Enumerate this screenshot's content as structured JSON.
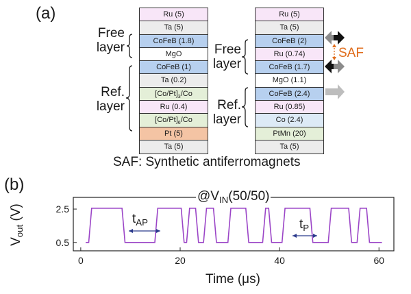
{
  "panel_a": {
    "label": "(a)",
    "left_stack": {
      "layers": [
        {
          "text": "Ru (5)",
          "color": "#f8e6f8"
        },
        {
          "text": "Ta (5)",
          "color": "#ececec"
        },
        {
          "text": "CoFeB (1.8)",
          "color": "#b7d0ef"
        },
        {
          "text": "MgO",
          "color": "#ffffff"
        },
        {
          "text": "CoFeB (1)",
          "color": "#b7d0ef"
        },
        {
          "text": "Ta (0.2)",
          "color": "#ececec"
        },
        {
          "text": "[Co/Pt]",
          "sub": "3",
          "tail": "/Co",
          "color": "#e4efd8"
        },
        {
          "text": "Ru (0.4)",
          "color": "#f8e6f8"
        },
        {
          "text": "[Co/Pt]",
          "sub": "6",
          "tail": "/Co",
          "color": "#e4efd8"
        },
        {
          "text": "Pt (5)",
          "color": "#f4c4a4"
        },
        {
          "text": "Ta (5)",
          "color": "#ececec"
        }
      ],
      "free_label": "Free\nlayer",
      "ref_label": "Ref.\nlayer"
    },
    "right_stack": {
      "layers": [
        {
          "text": "Ru (5)",
          "color": "#f8e6f8"
        },
        {
          "text": "Ta (5)",
          "color": "#ececec"
        },
        {
          "text": "CoFeB (2)",
          "color": "#b7d0ef"
        },
        {
          "text": "Ru (0.74)",
          "color": "#f8e6f8"
        },
        {
          "text": "CoFeB (1.7)",
          "color": "#b7d0ef"
        },
        {
          "text": "MgO (1.1)",
          "color": "#ffffff"
        },
        {
          "text": "CoFeB (2.4)",
          "color": "#b7d0ef"
        },
        {
          "text": "Ru (0.85)",
          "color": "#f8e6f8"
        },
        {
          "text": "Co (2.4)",
          "color": "#ddeaf6"
        },
        {
          "text": "PtMn (20)",
          "color": "#e4efd8"
        },
        {
          "text": "Ta (5)",
          "color": "#ececec"
        }
      ],
      "free_label": "Free\nlayer",
      "ref_label": "Ref.\nlayer"
    },
    "saf_text": "SAF",
    "saf_color": "#e06d1c",
    "caption": "SAF: Synthetic antiferromagnets"
  },
  "panel_b": {
    "label": "(b)",
    "chart_data": {
      "type": "line",
      "annotation_main": "@V",
      "annotation_sub": "IN",
      "annotation_tail": "(50/50)",
      "ylabel_main": "V",
      "ylabel_sub": "out",
      "ylabel_tail": " (V)",
      "xlabel": "Time (μs)",
      "xticks": [
        "0",
        "20",
        "40",
        "60"
      ],
      "yticks": [
        "0.5",
        "2.5"
      ],
      "xlim": [
        -1.5,
        63
      ],
      "ylim": [
        0,
        3.2
      ],
      "t_ap_label": "t",
      "t_ap_sub": "AP",
      "t_p_label": "t",
      "t_p_sub": "P",
      "line_color": "#9b45c7",
      "series": [
        {
          "x": [
            1.6,
            2.2,
            8.3,
            8.9,
            14.9,
            15.5,
            20.2,
            20.8,
            21.3,
            21.9,
            23.1,
            23.7,
            24.7,
            25.3,
            26.7,
            27.3,
            29.6,
            30.2,
            33.2,
            33.8,
            36.6,
            37.2,
            37.8,
            38.4,
            40.5,
            41.1,
            46.1,
            46.7,
            49.8,
            50.4,
            53.9,
            54.5,
            55.6,
            56.2,
            57.5,
            58.1
          ],
          "high": 2.55,
          "low": 0.5,
          "start_level": "low",
          "x_start": 1.0,
          "x_end": 60.6
        }
      ]
    }
  }
}
